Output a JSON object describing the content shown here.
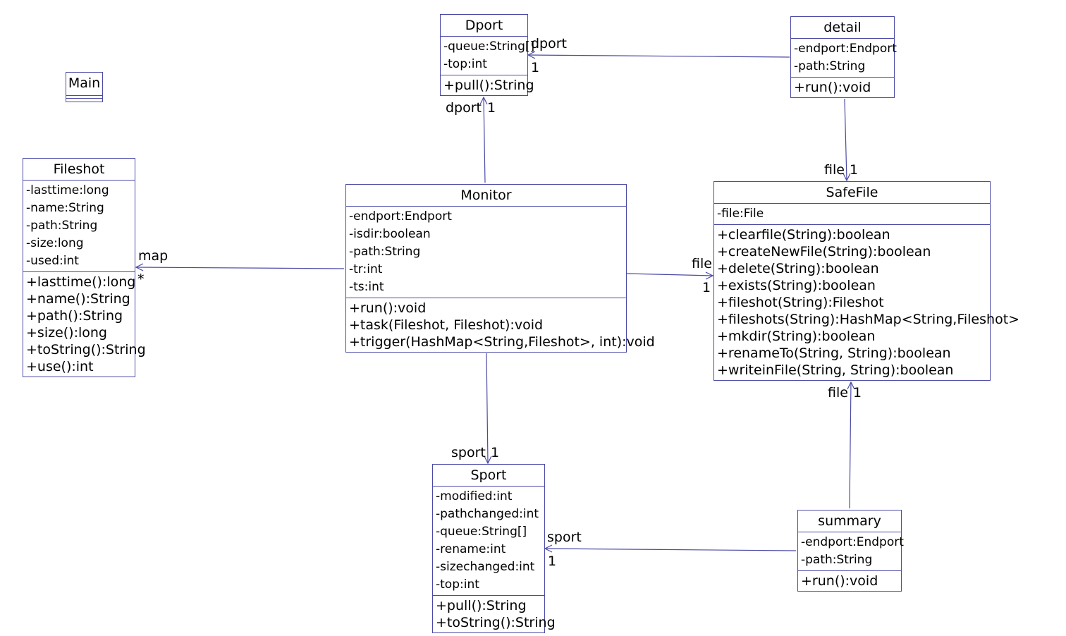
{
  "classes": {
    "main": {
      "name": "Main"
    },
    "dport": {
      "name": "Dport",
      "attributes": [
        "-queue:String[]",
        "-top:int"
      ],
      "operations": [
        "+pull():String"
      ]
    },
    "detail": {
      "name": "detail",
      "attributes": [
        "-endport:Endport",
        "-path:String"
      ],
      "operations": [
        "+run():void"
      ]
    },
    "fileshot": {
      "name": "Fileshot",
      "attributes": [
        "-lasttime:long",
        "-name:String",
        "-path:String",
        "-size:long",
        "-used:int"
      ],
      "operations": [
        "+lasttime():long",
        "+name():String",
        "+path():String",
        "+size():long",
        "+toString():String",
        "+use():int"
      ]
    },
    "monitor": {
      "name": "Monitor",
      "attributes": [
        "-endport:Endport",
        "-isdir:boolean",
        "-path:String",
        "-tr:int",
        "-ts:int"
      ],
      "operations": [
        "+run():void",
        "+task(Fileshot, Fileshot):void",
        "+trigger(HashMap<String,Fileshot>, int):void"
      ]
    },
    "safefile": {
      "name": "SafeFile",
      "attributes": [
        "-file:File"
      ],
      "operations": [
        "+clearfile(String):boolean",
        "+createNewFile(String):boolean",
        "+delete(String):boolean",
        "+exists(String):boolean",
        "+fileshot(String):Fileshot",
        "+fileshots(String):HashMap<String,Fileshot>",
        "+mkdir(String):boolean",
        "+renameTo(String, String):boolean",
        "+writeinFile(String, String):boolean"
      ]
    },
    "sport": {
      "name": "Sport",
      "attributes": [
        "-modified:int",
        "-pathchanged:int",
        "-queue:String[]",
        "-rename:int",
        "-sizechanged:int",
        "-top:int"
      ],
      "operations": [
        "+pull():String",
        "+toString():String"
      ]
    },
    "summary": {
      "name": "summary",
      "attributes": [
        "-endport:Endport",
        "-path:String"
      ],
      "operations": [
        "+run():void"
      ]
    }
  },
  "associations": {
    "detail_dport": {
      "role": "dport",
      "multiplicity": "1"
    },
    "monitor_dport": {
      "role": "dport",
      "multiplicity": "1"
    },
    "detail_safefile": {
      "role": "file",
      "multiplicity": "1"
    },
    "monitor_fileshot": {
      "role": "map",
      "multiplicity": "*"
    },
    "monitor_safefile": {
      "role": "file",
      "multiplicity": "1"
    },
    "summary_safefile": {
      "role": "file",
      "multiplicity": "1"
    },
    "monitor_sport": {
      "role": "sport",
      "multiplicity": "1"
    },
    "summary_sport": {
      "role": "sport",
      "multiplicity": "1"
    }
  },
  "colors": {
    "line": "#4a4aa6",
    "text": "#000000",
    "background": "#ffffff"
  }
}
